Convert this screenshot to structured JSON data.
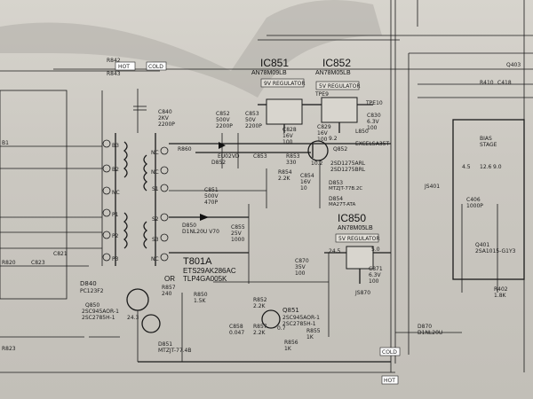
{
  "ic": {
    "ic851": {
      "name": "IC851",
      "part": "AN78M09LB",
      "reg": "9V REGULATOR"
    },
    "ic852": {
      "name": "IC852",
      "part": "AN78M05LB",
      "reg": "5V REGULATOR"
    },
    "ic850": {
      "name": "IC850",
      "part": "AN78M05LB",
      "reg": "5V REGULATOR"
    }
  },
  "transformer": {
    "name": "T801A",
    "part1": "ETS29AK286AC",
    "or": "OR",
    "part2": "TLP4GA005K"
  },
  "tags": {
    "hot_top": "HOT",
    "cold_top": "COLD",
    "cold_bottom": "COLD",
    "hot_bottom": "HOT"
  },
  "parts": {
    "c840": "C840",
    "c840_v": "2KV",
    "c840_c": "2200P",
    "c852": "C852",
    "c852_v": "500V",
    "c852_c": "2200P",
    "c853": "C853",
    "c853_v": "50V",
    "c853_c": "2200P",
    "c828": "C828",
    "c828_v": "16V",
    "c828_c": "100",
    "c829": "C829",
    "c829_v": "16V",
    "c829_c": "100",
    "c830": "C830",
    "c830_v": "6.3V",
    "c830_c": "100",
    "c851": "C851",
    "c851_v": "500V",
    "c851_c": "470P",
    "c855": "C855",
    "c855_v": "25V",
    "c855_c": "1000",
    "c854": "C854",
    "c854_v": "16V",
    "c854_c": "10",
    "c870": "C870",
    "c870_v": "35V",
    "c870_c": "100",
    "c871": "C871",
    "c871_v": "6.3V",
    "c871_c": "100",
    "c858": "C858",
    "c858_c": "0.047",
    "r860": "R860",
    "r853": "R853",
    "r853_v": "330",
    "r854": "R854",
    "r854_v": "2.2K",
    "r857": "R857",
    "r857_v": "240",
    "r850": "R850",
    "r850_v": "1.5K",
    "r852": "R852",
    "r852_v": "2.2K",
    "r855": "R855",
    "r855_v": "1K",
    "r856": "R856",
    "r856_v": "1K",
    "r857b": "R857",
    "r857b_v": "2.2K",
    "d850": "D850",
    "d850_p": "D1NL20U V70",
    "d852": "D852",
    "d852_p": "EU02VD",
    "d853": "D853",
    "d853_p": "MTZJT-77B.2C",
    "d854": "D854",
    "d854_p": "MA27T-ATA",
    "d840": "D840",
    "d840_p": "PC123F2",
    "q852": "Q852",
    "q852_p1": "2SD1275ARL",
    "q852_p2": "2SD1275BRL",
    "q851": "Q851",
    "q851_p1": "2SC945AOR-1",
    "q851_p2": "2SC2785H-1",
    "q850": "Q850",
    "q850_p1": "2SC945AOR-1",
    "q850_p2": "2SC2785H-1",
    "d851": "D851",
    "d851_p": "MTZJT-77.4B",
    "l850": "L850",
    "l850_p": "EXCELSA35T",
    "tpe9": "TPE9",
    "tpe10": "TPE10",
    "js870": "JS870",
    "js401": "JS401",
    "c406": "C406",
    "c406_c": "1000P",
    "q401": "Q401",
    "q401_p": "2SA1015-G1Y3",
    "r402": "R402",
    "r402_v": "1.8K",
    "d870": "D870",
    "d870_p": "D1NL20U",
    "r410": "R410",
    "c418": "C418",
    "q403": "Q403",
    "r842": "R842",
    "r843": "R843",
    "r820": "R820",
    "c823": "C823",
    "c821": "C821",
    "r823": "R823"
  },
  "pins": {
    "b3": "B3",
    "b2": "B2",
    "b1": "B1",
    "nc": "NC",
    "p1": "P1",
    "p2": "P2",
    "p3": "P3",
    "s1": "S1",
    "s2": "S2",
    "s3": "S3",
    "nc2": "NC",
    "nc3": "NC",
    "nc4": "NC"
  },
  "voltages": {
    "v10_2": "10.2",
    "v9_2": "9.2",
    "v5_0": "5.0",
    "v24_5": "24.5",
    "v0_7": "0.7",
    "v24_3": "24.3",
    "v4_5": "4.5",
    "v12_6": "12.6",
    "v9_0": "9.0"
  },
  "right_panel": {
    "label1": "BIAS",
    "label2": "STAGE"
  }
}
